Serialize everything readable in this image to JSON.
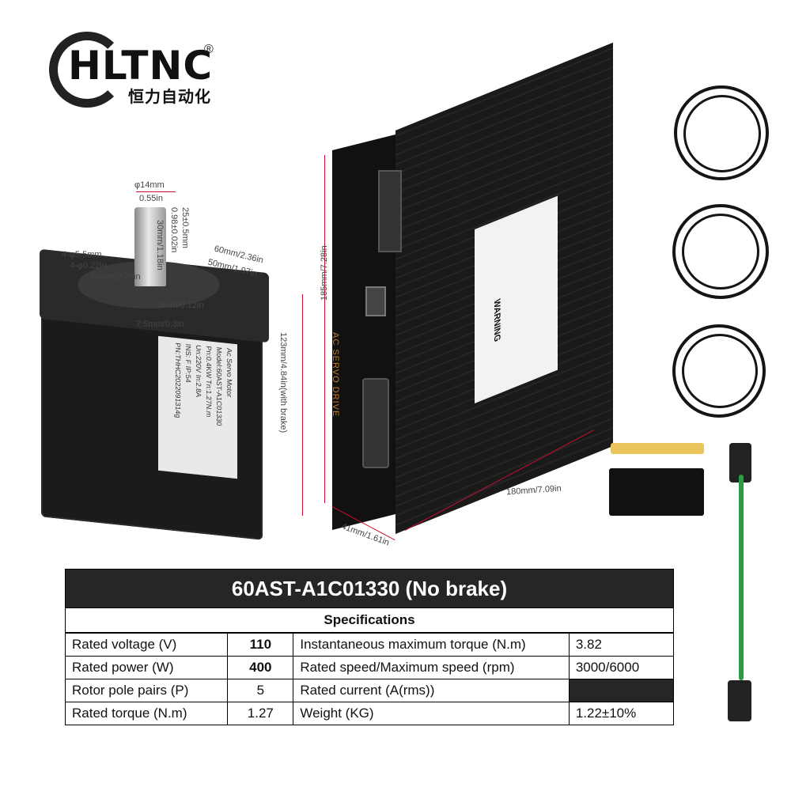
{
  "logo": {
    "brand": "HLTNC",
    "registered": "®",
    "chinese": "恒力自动化"
  },
  "motor": {
    "label_lines": [
      "Ac Servo Motor",
      "Model:60AST-A1C01330",
      "Pn:0.4KW      Tn:1.27N.m",
      "Un:220V       In:2.8A",
      "INS: F        IP:54",
      "PN:THHC2022091314g"
    ],
    "dims": {
      "shaft_dia": "φ14mm",
      "shaft_dia_in": "0.55in",
      "key": "25±0.5mm",
      "key_in": "0.98±0.02in",
      "shaft_len": "30mm/1.18in",
      "holes": "4-φ5.5mm",
      "holes_in": "4-φ0.22in",
      "square": "60mm/2.36in",
      "pilot": "50mm/1.97in",
      "bolt_circle": "70mm/2.76in",
      "pilot_depth": "3mm/0.12in",
      "flange": "7.5mm/0.3in",
      "length": "123mm/4.84in(with brake)"
    }
  },
  "drive": {
    "height": "185mm/7.28in",
    "depth": "180mm/7.09in",
    "width": "41mm/1.61in",
    "side_label": "AC SERVO DRIVE",
    "warning": "WARNING"
  },
  "spec": {
    "title": "60AST-A1C01330   (No brake)",
    "subtitle": "Specifications",
    "rows": [
      [
        "Rated voltage (V)",
        "110",
        "Instantaneous maximum torque (N.m)",
        "3.82"
      ],
      [
        "Rated power (W)",
        "400",
        "Rated speed/Maximum speed (rpm)",
        "3000/6000"
      ],
      [
        "Rotor pole pairs (P)",
        "5",
        "Rated current (A(rms))",
        ""
      ],
      [
        "Rated torque (N.m)",
        "1.27",
        "Weight (KG)",
        "1.22±10%"
      ]
    ]
  }
}
